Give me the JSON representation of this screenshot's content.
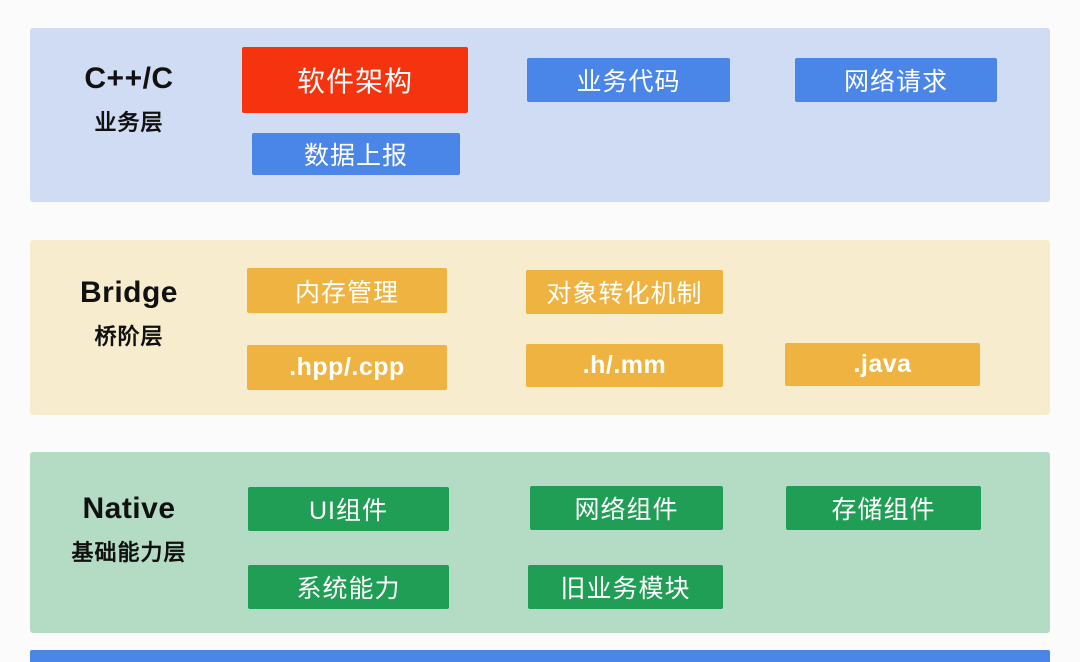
{
  "colors": {
    "page_bg": "#fafbfa",
    "layer1_bg": "#cfdcf4",
    "layer2_bg": "#f8ecce",
    "layer3_bg": "#b4dbc3",
    "red_block": "#f5340f",
    "blue_block": "#4a86e8",
    "orange_block": "#efb341",
    "green_block": "#219e56",
    "next_layer_edge": "#4a86e8"
  },
  "layers": [
    {
      "title": "C++/C",
      "subtitle": "业务层",
      "buttons": [
        {
          "label": "软件架构"
        },
        {
          "label": "业务代码"
        },
        {
          "label": "网络请求"
        },
        {
          "label": "数据上报"
        }
      ]
    },
    {
      "title": "Bridge",
      "subtitle": "桥阶层",
      "buttons": [
        {
          "label": "内存管理"
        },
        {
          "label": "对象转化机制"
        },
        {
          "label": ".hpp/.cpp"
        },
        {
          "label": ".h/.mm"
        },
        {
          "label": ".java"
        }
      ]
    },
    {
      "title": "Native",
      "subtitle": "基础能力层",
      "buttons": [
        {
          "label": "UI组件"
        },
        {
          "label": "网络组件"
        },
        {
          "label": "存储组件"
        },
        {
          "label": "系统能力"
        },
        {
          "label": "旧业务模块"
        }
      ]
    }
  ]
}
